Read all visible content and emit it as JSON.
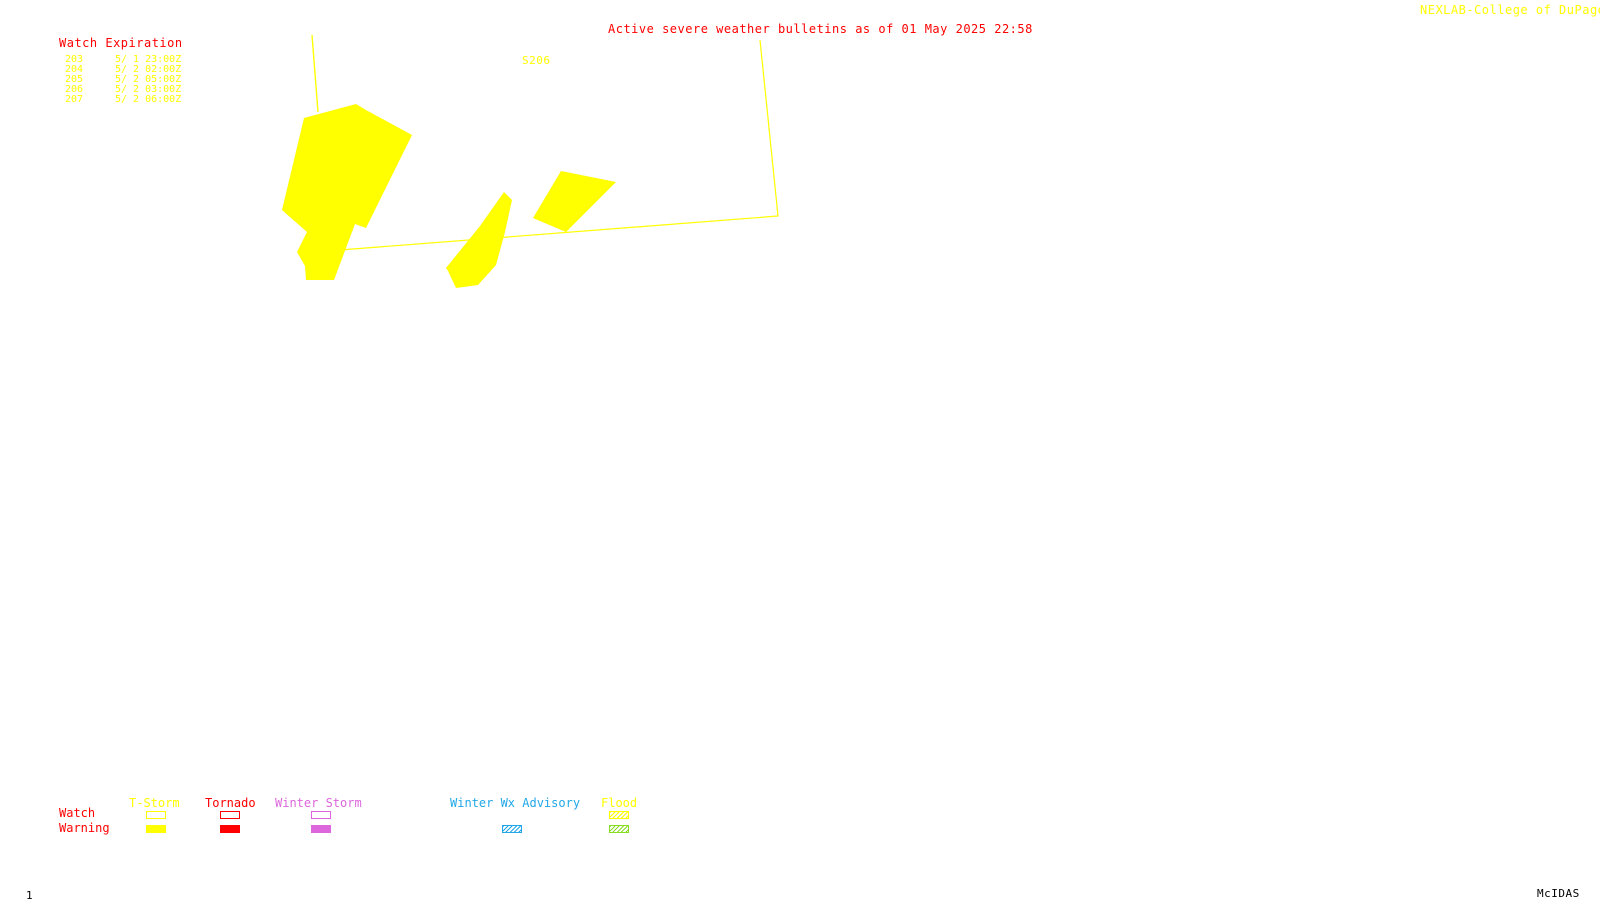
{
  "header": {
    "title": "Active severe weather bulletins as of 01 May 2025 22:58",
    "credit": "NEXLAB-College of DuPage R"
  },
  "watch_expiration": {
    "title": "Watch Expiration",
    "rows": [
      {
        "id": "203",
        "expires": "5/ 1 23:00Z"
      },
      {
        "id": "204",
        "expires": "5/ 2 02:00Z"
      },
      {
        "id": "205",
        "expires": "5/ 2 05:00Z"
      },
      {
        "id": "206",
        "expires": "5/ 2 03:00Z"
      },
      {
        "id": "207",
        "expires": "5/ 2 06:00Z"
      }
    ]
  },
  "map": {
    "region_label": "S206",
    "colors": {
      "tstorm": "#ffff00"
    }
  },
  "legend": {
    "row_labels": {
      "watch": "Watch",
      "warning": "Warning"
    },
    "categories": [
      {
        "label": "T-Storm",
        "color": "#ffff00",
        "style": "solid"
      },
      {
        "label": "Tornado",
        "color": "#ff0000",
        "style": "solid"
      },
      {
        "label": "Winter Storm",
        "color": "#dd66dd",
        "style": "solid"
      },
      {
        "label": "Winter Wx Advisory",
        "color": "#22a8e8",
        "style": "hatched"
      },
      {
        "label": "Flood",
        "color": "#ffff00",
        "style": "hatched"
      }
    ],
    "label_color": "#ff0000"
  },
  "footer": {
    "frame": "1",
    "software": "McIDAS"
  }
}
